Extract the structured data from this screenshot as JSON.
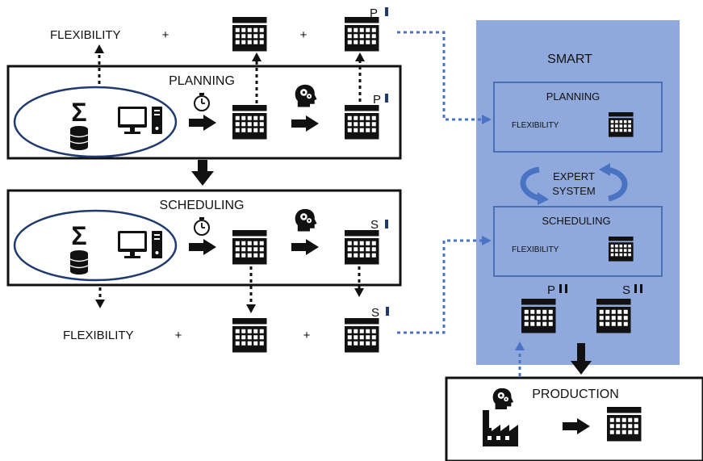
{
  "planning_box": {
    "title": "PLANNING",
    "version_mark": "P"
  },
  "scheduling_box": {
    "title": "SCHEDULING",
    "version_mark": "S"
  },
  "top_row": {
    "flexibility_label": "FLEXIBILITY",
    "plus_1": "+",
    "plus_2": "+",
    "version_mark": "P"
  },
  "bottom_row": {
    "flexibility_label": "FLEXIBILITY",
    "plus_1": "+",
    "plus_2": "+",
    "version_mark": "S"
  },
  "smart_panel": {
    "title": "SMART",
    "planning_title": "PLANNING",
    "planning_flexibility": "FLEXIBILITY",
    "expert_line1": "EXPERT",
    "expert_line2": "SYSTEM",
    "scheduling_title": "SCHEDULING",
    "scheduling_flexibility": "FLEXIBILITY",
    "plan_output_mark": "P",
    "schedule_output_mark": "S",
    "fill_color": "#8fa9dc",
    "border_color": "#4a6fb5"
  },
  "production_box": {
    "title": "PRODUCTION"
  },
  "symbols": {
    "sum_symbol": "Σ"
  },
  "connector_color": "#4a73c4"
}
